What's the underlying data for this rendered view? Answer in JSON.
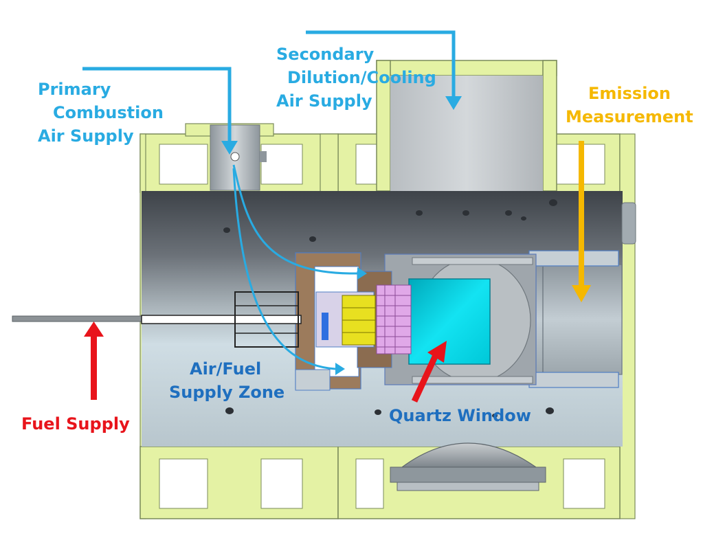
{
  "labels": {
    "primary_air": {
      "lines": [
        "Primary",
        "Combustion",
        "Air Supply"
      ],
      "color": "#29ABE2"
    },
    "secondary_air": {
      "lines": [
        "Secondary",
        "Dilution/Cooling",
        "Air Supply"
      ],
      "color": "#29ABE2"
    },
    "emission": {
      "lines": [
        "Emission",
        "Measurement"
      ],
      "color": "#F5B800"
    },
    "air_fuel_zone": {
      "lines": [
        "Air/Fuel",
        "Supply Zone"
      ],
      "color": "#1F6FBF"
    },
    "fuel_supply": {
      "lines": [
        "Fuel Supply"
      ],
      "color": "#E8141B"
    },
    "quartz_window": {
      "lines": [
        "Quartz Window"
      ],
      "color": "#1F6FBF"
    }
  },
  "colors": {
    "housing_frame": "#E4F2A4",
    "housing_edge": "#7A8A5A",
    "duct_dark": "#4A4F55",
    "duct_light": "#C9DBE4",
    "quartz": "#00D2E6",
    "inner_housing": "#A0A7AD",
    "insert_pink": "#E0A8E8",
    "insert_yellow": "#E8E020",
    "flange_brown": "#9C7B5C",
    "flow_arrow": "#29ABE2",
    "fuel_arrow": "#E8141B",
    "emission_arrow": "#F5B800"
  }
}
